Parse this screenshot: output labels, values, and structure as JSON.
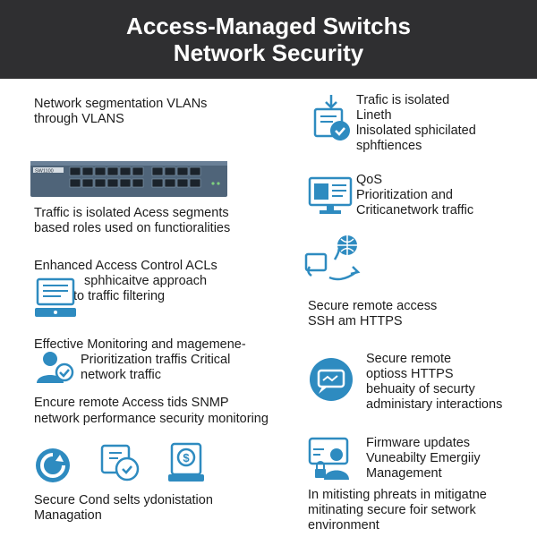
{
  "header": {
    "title_line1": "Access-Managed Switchs",
    "title_line2": "Network Security"
  },
  "left": {
    "seg": {
      "l1": "Network segmentation VLANs",
      "l2": "through VLANS"
    },
    "switch_label": "SW1100",
    "traffic": {
      "l1": "Traffic is isolated Acess segments",
      "l2": "based roles used on functioralities"
    },
    "acl": {
      "l1": "Enhanced Access Control ACLs",
      "l2": "sphhicaitve approach",
      "l3": "to traffic filtering"
    },
    "monitor": {
      "l1": "Effective Monitoring and magemene-",
      "l2": "Prioritization traffis Critical",
      "l3": "network traffic"
    },
    "snmp": {
      "l1": "Encure remote Access tids SNMP",
      "l2": "network performance security monitoring"
    },
    "cond": {
      "l1": "Secure Cond selts ydonistation",
      "l2": "Managation"
    }
  },
  "right": {
    "isolated": {
      "l1": "Trafic is isolated",
      "l2": "Lineth",
      "l3": "lnisolated sphicilated",
      "l4": "sphftiences"
    },
    "qos": {
      "l1": "QoS",
      "l2": "Prioritization and",
      "l3": "Criticanetwork traffic"
    },
    "remote": {
      "l1": "Secure remote access",
      "l2": "SSH am HTTPS"
    },
    "optios": {
      "l1": "Secure remote",
      "l2": "optioss HTTPS",
      "l3": "behuaity of securty",
      "l4": "administary interactions"
    },
    "firmware": {
      "l1": "Firmware updates",
      "l2": "Vuneabilty Emergiiy",
      "l3": "Management"
    },
    "threats": {
      "l1": "In mitisting phreats in mitigatne",
      "l2": "mitinating secure foir setwork",
      "l3": "environment"
    }
  },
  "colors": {
    "header": "#2f2f31",
    "accent": "#2e8bc0",
    "switch": "#4f6479"
  }
}
